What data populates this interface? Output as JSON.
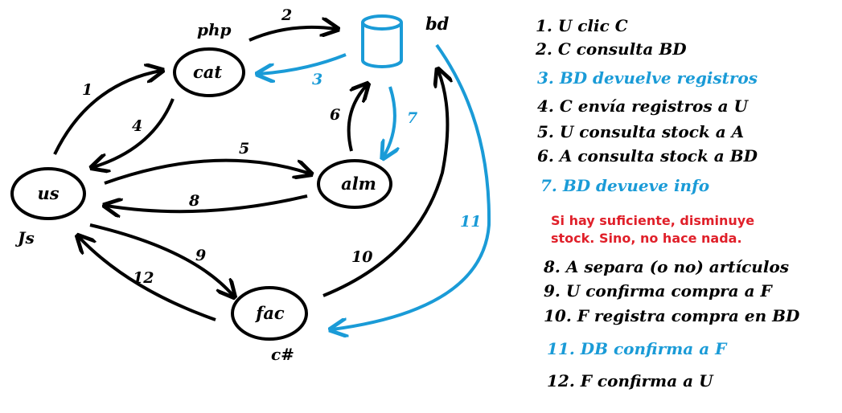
{
  "colors": {
    "black": "#000000",
    "blue": "#1a9bd7",
    "red": "#e0202a"
  },
  "nodes": {
    "us": "us",
    "cat": "cat",
    "alm": "alm",
    "fac": "fac",
    "bd": "bd"
  },
  "langs": {
    "php": "php",
    "js": "Js",
    "cs": "c#"
  },
  "edges": {
    "e1": "1",
    "e2": "2",
    "e3": "3",
    "e4": "4",
    "e5": "5",
    "e6": "6",
    "e7": "7",
    "e8": "8",
    "e9": "9",
    "e10": "10",
    "e11": "11",
    "e12": "12"
  },
  "legend": {
    "s1": "1. U clic C",
    "s2": "2. C consulta BD",
    "s3": "3. BD devuelve registros",
    "s4": "4. C envía registros a U",
    "s5": "5. U consulta stock a A",
    "s6": "6. A consulta stock a BD",
    "s7": "7. BD devueve info",
    "note_line1": "Si hay suficiente, disminuye",
    "note_line2": "stock. Sino, no hace nada.",
    "s8": "8. A separa (o no) artículos",
    "s9": "9. U confirma compra a F",
    "s10": "10. F registra compra en BD",
    "s11": "11. DB confirma a F",
    "s12": "12. F confirma a U"
  }
}
